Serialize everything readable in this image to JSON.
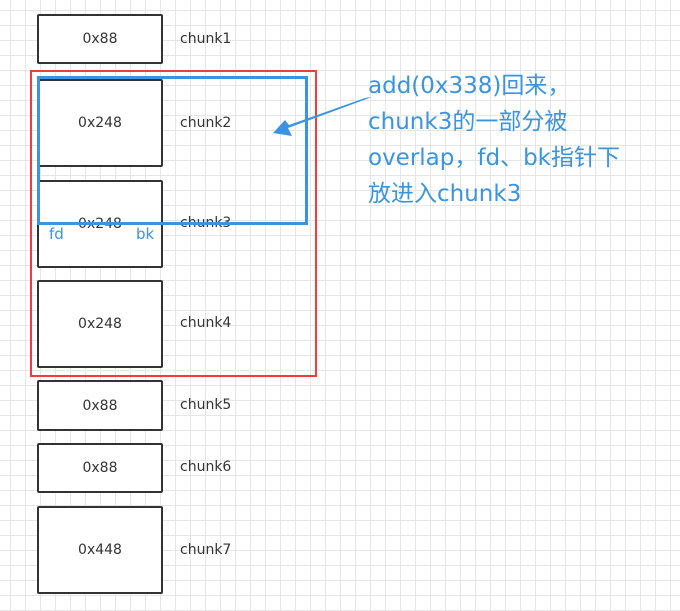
{
  "chunks": [
    {
      "size": "0x88",
      "name": "chunk1"
    },
    {
      "size": "0x248",
      "name": "chunk2"
    },
    {
      "size": "0x248",
      "name": "chunk3"
    },
    {
      "size": "0x248",
      "name": "chunk4"
    },
    {
      "size": "0x88",
      "name": "chunk5"
    },
    {
      "size": "0x88",
      "name": "chunk6"
    },
    {
      "size": "0x448",
      "name": "chunk7"
    }
  ],
  "pointers": {
    "fd": "fd",
    "bk": "bk"
  },
  "annotation": {
    "lines": [
      "add(0x338)回来，",
      "chunk3的一部分被",
      "overlap，fd、bk指针下",
      "放进入chunk3"
    ]
  },
  "colors": {
    "highlight_red": "#f03c3c",
    "highlight_blue": "#3b94e0"
  }
}
